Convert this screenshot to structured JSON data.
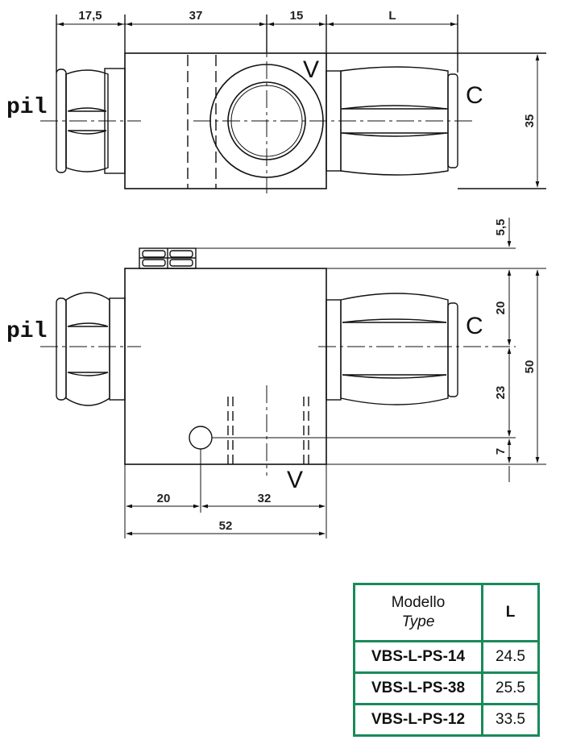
{
  "top_view": {
    "dims": {
      "d1": "17,5",
      "d2": "37",
      "d3": "15",
      "d4": "L",
      "height": "35"
    },
    "labels": {
      "pil": "pil",
      "v": "V",
      "c": "C"
    }
  },
  "side_view": {
    "dims": {
      "top": "5,5",
      "r1": "20",
      "r2": "23",
      "r3": "7",
      "total_h": "50",
      "b1": "20",
      "b2": "32",
      "total_w": "52"
    },
    "labels": {
      "pil": "pil",
      "c": "C",
      "v": "V"
    }
  },
  "table": {
    "header_model": "Modello",
    "header_type": "Type",
    "header_l": "L",
    "rows": [
      {
        "model": "VBS-L-PS-14",
        "l": "24.5"
      },
      {
        "model": "VBS-L-PS-38",
        "l": "25.5"
      },
      {
        "model": "VBS-L-PS-12",
        "l": "33.5"
      }
    ]
  },
  "colors": {
    "table_border": "#1a8a5a",
    "line": "#111111"
  }
}
